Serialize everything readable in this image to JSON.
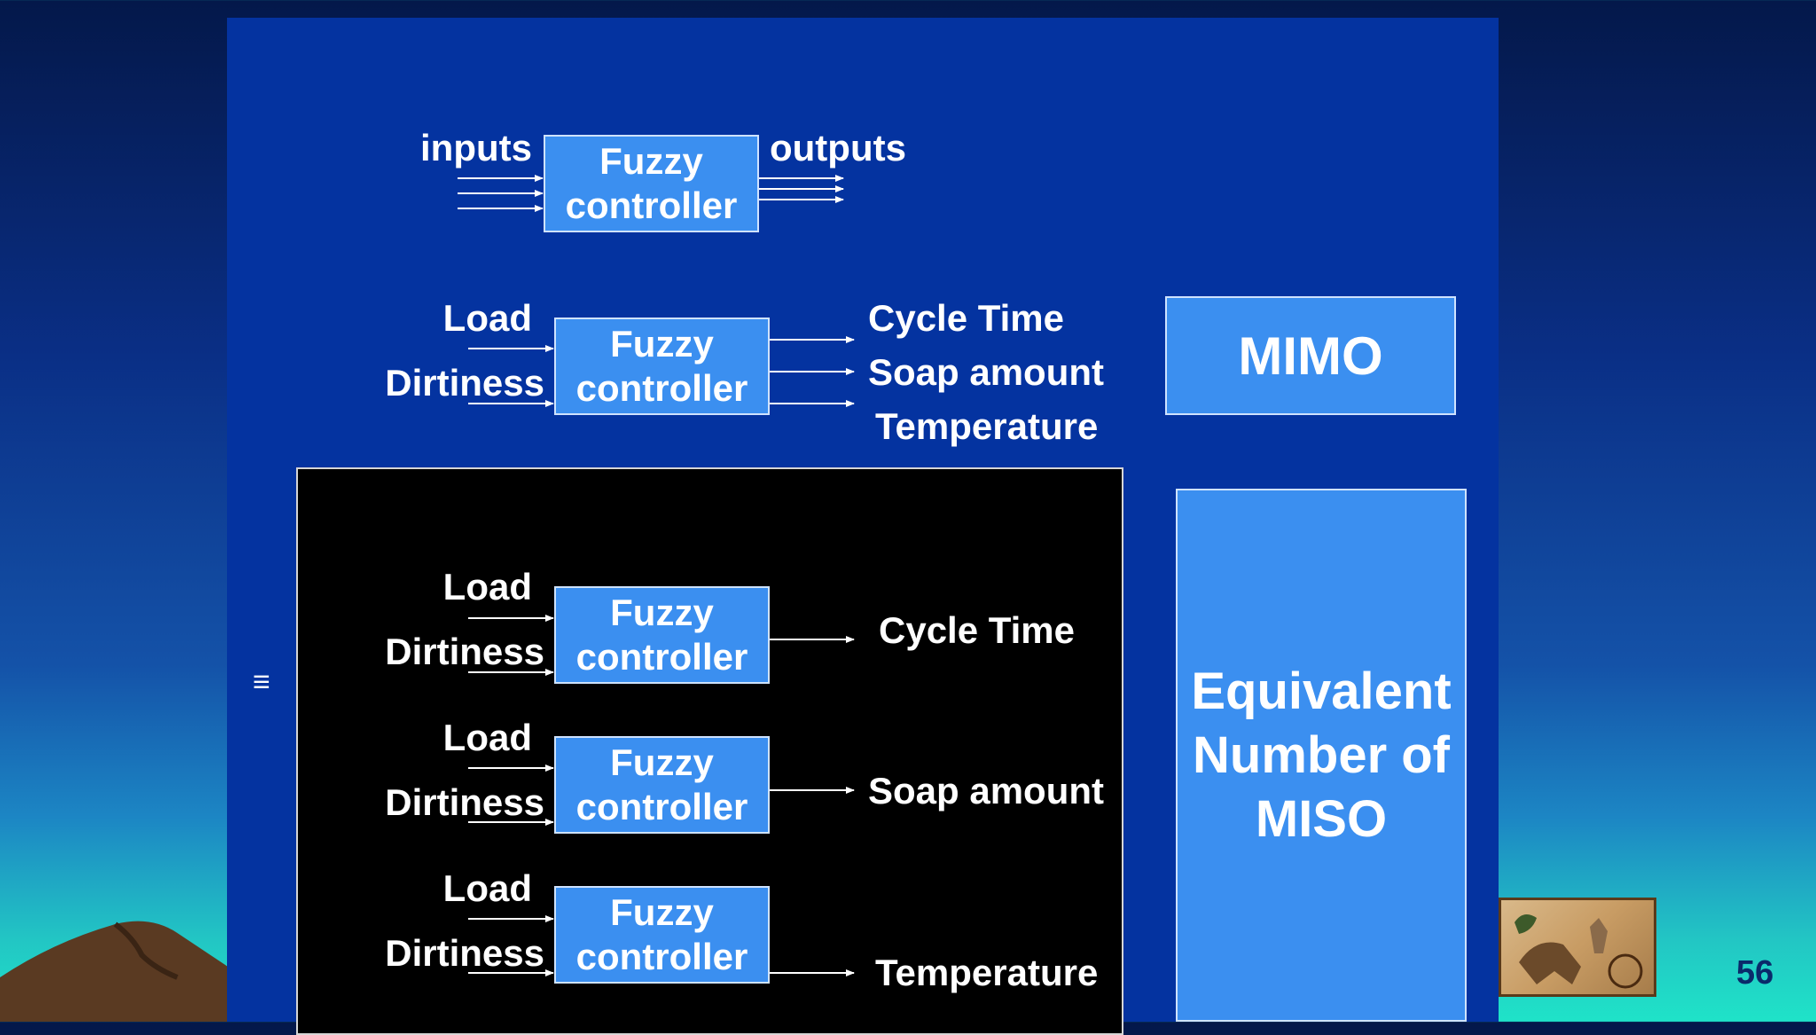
{
  "diagram": {
    "top": {
      "inputs_label": "inputs",
      "outputs_label": "outputs",
      "controller": "Fuzzy controller"
    },
    "mimo": {
      "inputs": [
        "Load",
        "Dirtiness"
      ],
      "controller": "Fuzzy controller",
      "outputs": [
        "Cycle Time",
        "Soap amount",
        "Temperature"
      ],
      "type_label": "MIMO"
    },
    "miso": {
      "equiv_symbol": "≡",
      "blocks": [
        {
          "inputs": [
            "Load",
            "Dirtiness"
          ],
          "controller": "Fuzzy controller",
          "output": "Cycle Time"
        },
        {
          "inputs": [
            "Load",
            "Dirtiness"
          ],
          "controller": "Fuzzy controller",
          "output": "Soap amount"
        },
        {
          "inputs": [
            "Load",
            "Dirtiness"
          ],
          "controller": "Fuzzy controller",
          "output": "Temperature"
        }
      ],
      "type_label": "Equivalent Number of MISO"
    }
  },
  "slide_number": "56"
}
